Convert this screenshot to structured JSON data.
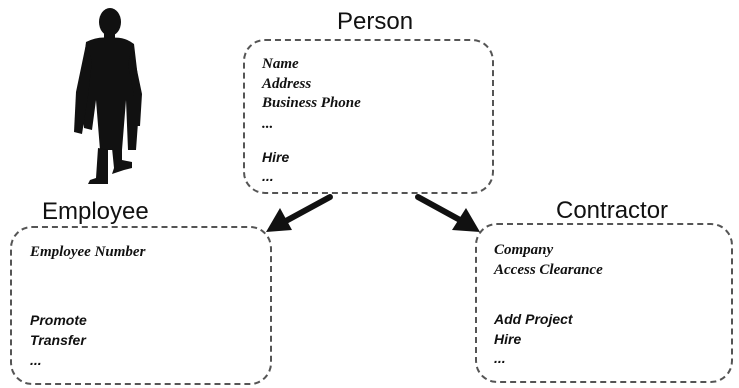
{
  "person": {
    "title": "Person",
    "attributes": [
      "Name",
      "Address",
      "Business Phone",
      "..."
    ],
    "operations": [
      "Hire",
      "..."
    ]
  },
  "employee": {
    "title": "Employee",
    "attributes": [
      "Employee Number"
    ],
    "operations": [
      "Promote",
      "Transfer",
      "..."
    ]
  },
  "contractor": {
    "title": "Contractor",
    "attributes": [
      "Company",
      "Access Clearance"
    ],
    "operations": [
      "Add Project",
      "Hire",
      "..."
    ]
  }
}
